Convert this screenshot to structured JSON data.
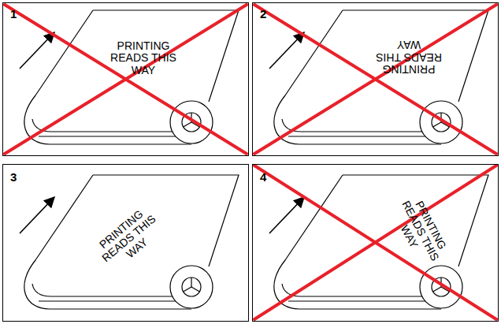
{
  "diagram": {
    "nodes": [
      {
        "text": [
          "1",
          "PRINTING READS THIS WAY"
        ]
      },
      {
        "text": [
          "2",
          "PRINTING READS THIS WAY"
        ]
      },
      {
        "text": [
          "3",
          "PRINTING READS THIS WAY"
        ]
      },
      {
        "text": [
          "4",
          "PRINTING READS THIS WAY"
        ]
      }
    ]
  }
}
